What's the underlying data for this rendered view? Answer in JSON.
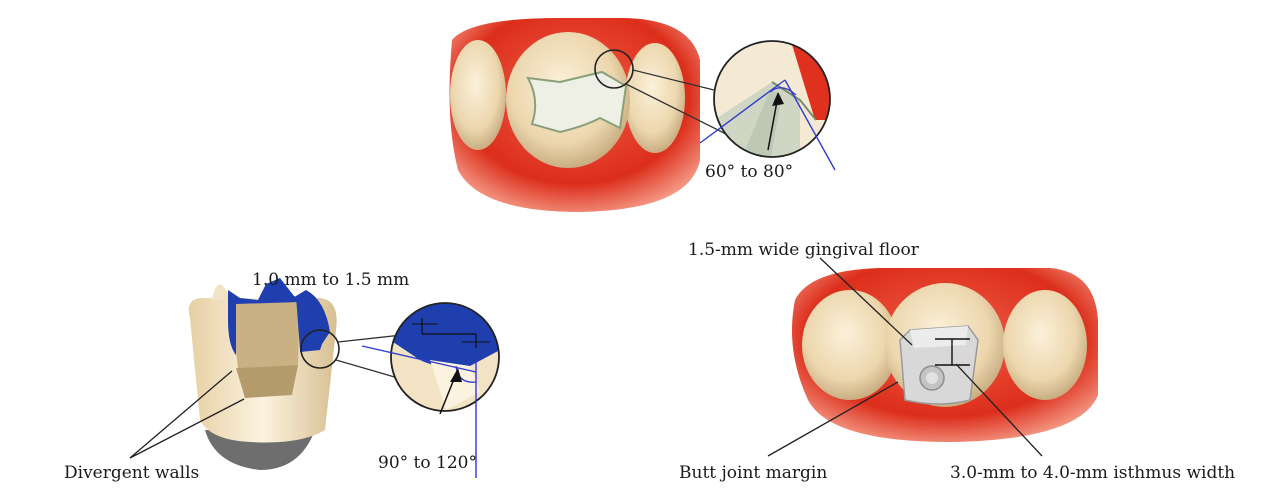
{
  "labels": {
    "top_angle": "60° to 80°",
    "depth": "1.0 mm to 1.5 mm",
    "divergent_walls": "Divergent walls",
    "left_angle": "90° to 120°",
    "gingival_floor": "1.5-mm wide gingival floor",
    "butt_joint": "Butt joint margin",
    "isthmus": "3.0-mm to 4.0-mm isthmus width"
  },
  "colors": {
    "gum": "#e0301e",
    "tooth": "#f2e0bf",
    "prep_blue": "#1f3fae",
    "line_blue": "#2f3ccf"
  }
}
